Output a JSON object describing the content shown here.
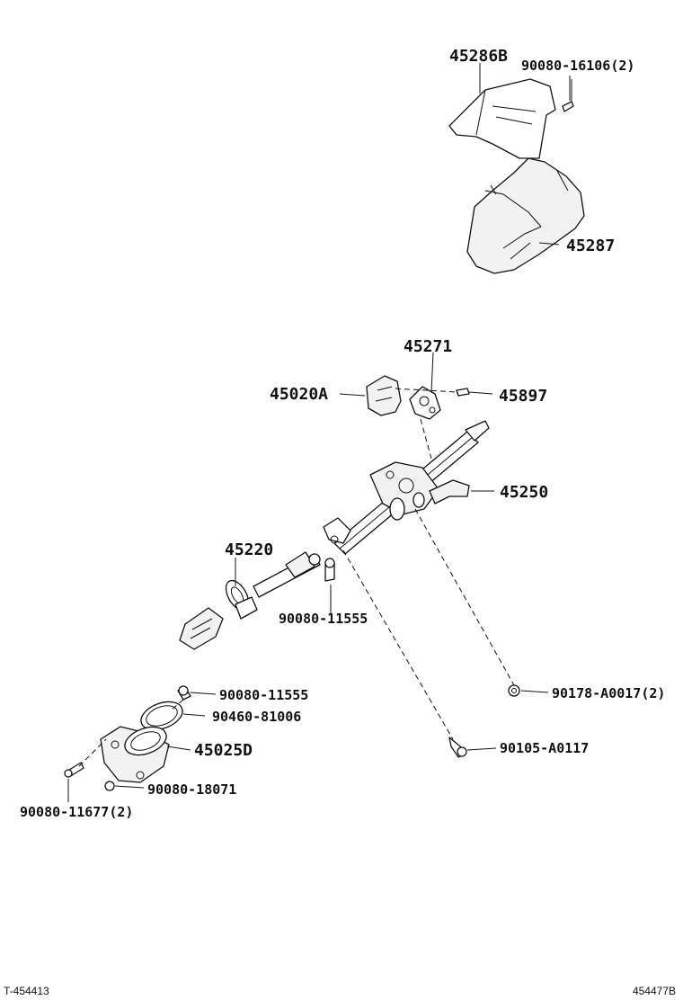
{
  "labels": {
    "p45286B": "45286B",
    "p90080_16106": "90080-16106(2)",
    "p45287": "45287",
    "p45271": "45271",
    "p45020A": "45020A",
    "p45897": "45897",
    "p45250": "45250",
    "p45220": "45220",
    "p90080_11555_a": "90080-11555",
    "p90080_11555_b": "90080-11555",
    "p90460_81006": "90460-81006",
    "p45025D": "45025D",
    "p90080_18071": "90080-18071",
    "p90080_11677": "90080-11677(2)",
    "p90178_A0017": "90178-A0017(2)",
    "p90105_A0117": "90105-A0117"
  },
  "footer": {
    "left": "T-454413",
    "right": "454477B"
  }
}
